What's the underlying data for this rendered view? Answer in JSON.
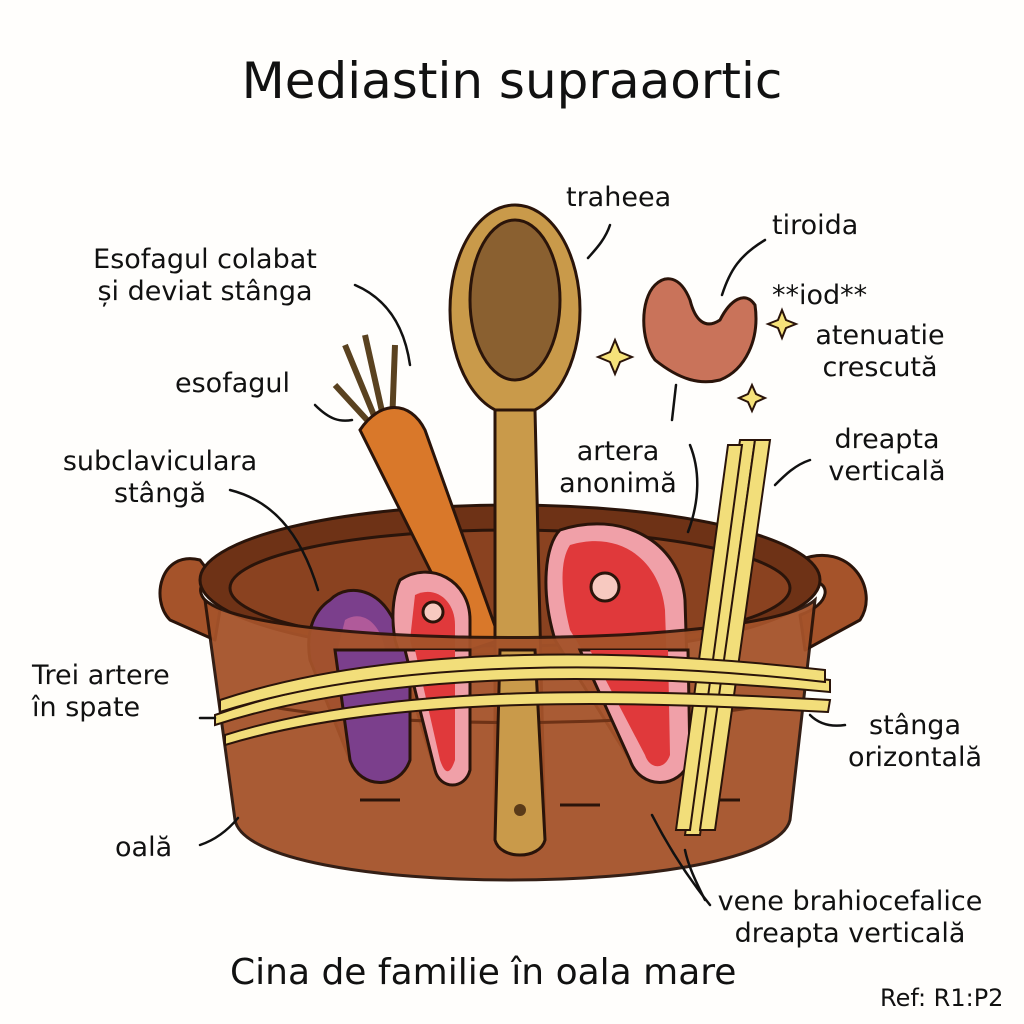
{
  "title": "Mediastin supraaortic",
  "caption": "Cina de familie în oala mare",
  "ref": "Ref: R1:P2",
  "labels": {
    "traheea": "traheea",
    "tiroida": "tiroida",
    "esofag_colabat_1": "Esofagul colabat",
    "esofag_colabat_2": "și deviat stânga",
    "iod": "**iod**",
    "atenuatie_1": "atenuatie",
    "atenuatie_2": "crescută",
    "esofagul": "esofagul",
    "subclavia_1": "subclaviculara",
    "subclavia_2": "stângă",
    "artera_1": "artera",
    "artera_2": "anonimă",
    "dreapta_1": "dreapta",
    "dreapta_2": "verticală",
    "trei_1": "Trei artere",
    "trei_2": "în spate",
    "stanga_1": "stânga",
    "stanga_2": "orizontală",
    "oala": "oală",
    "vene_1": "vene brahiocefalice",
    "vene_2": "dreapta verticală"
  },
  "colors": {
    "pot": "#a5532a",
    "pot_dark": "#6e3216",
    "spoon": "#c99a4a",
    "carrot": "#d9782a",
    "meat_red": "#e0393b",
    "meat_purple": "#7b3f8c",
    "pasta": "#f2de7a",
    "thyroid": "#c9735a"
  }
}
